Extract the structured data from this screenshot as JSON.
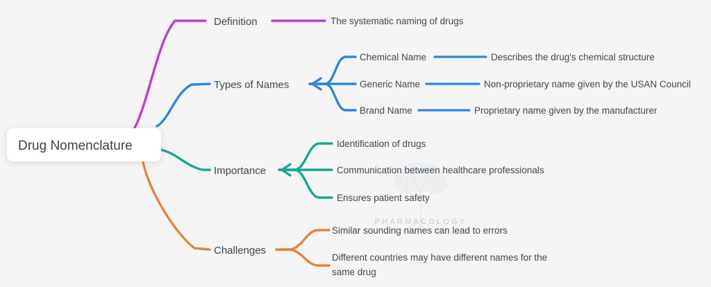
{
  "canvas": {
    "background_color": "#f5f5f5",
    "text_color": "#3d4752"
  },
  "root": {
    "label": "Drug Nomenclature",
    "box_color": "#ffffff"
  },
  "watermark": {
    "icon": "tree-with-roots-icon",
    "label": "PHARMACOLOGY",
    "color": "#b9bdc2"
  },
  "branches": [
    {
      "id": "definition",
      "label": "Definition",
      "color": "#bf3ad2",
      "children": [
        {
          "label": "The systematic naming of drugs"
        }
      ]
    },
    {
      "id": "types-of-names",
      "label": "Types of Names",
      "color": "#2f86dd",
      "children": [
        {
          "label": "Chemical Name",
          "detail": "Describes the drug's chemical structure"
        },
        {
          "label": "Generic Name",
          "detail": "Non-proprietary name given by the USAN Council"
        },
        {
          "label": "Brand Name",
          "detail": "Proprietary name given by the manufacturer"
        }
      ]
    },
    {
      "id": "importance",
      "label": "Importance",
      "color": "#17a793",
      "children": [
        {
          "label": "Identification of drugs"
        },
        {
          "label": "Communication between healthcare professionals"
        },
        {
          "label": "Ensures patient safety"
        }
      ]
    },
    {
      "id": "challenges",
      "label": "Challenges",
      "color": "#e5833e",
      "children": [
        {
          "label": "Similar sounding names can lead to errors"
        },
        {
          "label": "Different countries may have different names for the",
          "label_line2": "same drug"
        }
      ]
    }
  ]
}
